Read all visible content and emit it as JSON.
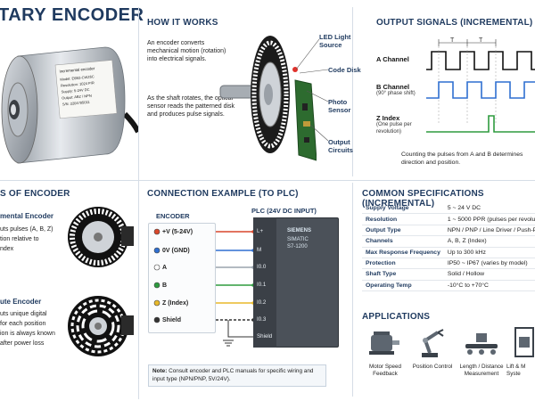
{
  "title": "TARY ENCODER",
  "how_it_works": {
    "header": "HOW IT WORKS",
    "para1": "An encoder converts mechanical motion (rotation) into electrical signals.",
    "para2": "As the shaft rotates, the optical sensor reads the patterned disk and produces pulse signals.",
    "labels": {
      "led": "LED Light Source",
      "disk": "Code Disk",
      "photo": "Photo Sensor",
      "output": "Output Circuits"
    }
  },
  "output_signals": {
    "header": "OUTPUT SIGNALS (INCREMENTAL)",
    "t_label": "T",
    "a_channel": "A Channel",
    "b_channel": "B Channel",
    "b_sub": "(90° phase shift)",
    "z_index": "Z Index",
    "z_sub": "(One pulse per revolution)",
    "caption": "Counting the pulses from A and B determines direction and position."
  },
  "encoder_label": {
    "line1": "incremental encoder",
    "line2": "Model: E6B2-CWZ6C",
    "line3": "Resolution: 1024 P/R",
    "line4": "Supply: 5-24V DC",
    "line5": "Output: ABZ / NPN",
    "line6": "S/N: 2204785011"
  },
  "types": {
    "header": "S OF ENCODER",
    "incremental_title": "mental Encoder",
    "incremental_lines": [
      "uts pulses (A, B, Z)",
      "tion relative to",
      "ndex"
    ],
    "absolute_title": "ute Encoder",
    "absolute_lines": [
      "uts unique digital",
      "for each position",
      "ion is always known",
      "after power loss"
    ]
  },
  "connection": {
    "header": "CONNECTION EXAMPLE (TO PLC)",
    "encoder_title": "ENCODER",
    "plc_title": "PLC (24V DC INPUT)",
    "wires": [
      {
        "label": "+V (5-24V)",
        "color": "#d9472b",
        "terminal": "L+"
      },
      {
        "label": "0V (GND)",
        "color": "#2f6fd1",
        "terminal": "M"
      },
      {
        "label": "A",
        "color": "#ffffff",
        "terminal": "I0.0"
      },
      {
        "label": "B",
        "color": "#2e9b3f",
        "terminal": "I0.1"
      },
      {
        "label": "Z (Index)",
        "color": "#e8b92a",
        "terminal": "I0.2"
      },
      {
        "label": "Shield",
        "color": "#333333",
        "terminal": "I0.3"
      }
    ],
    "plc_brand": "SIEMENS",
    "plc_model1": "SIMATIC",
    "plc_model2": "S7-1200",
    "shield_terminal": "Shield",
    "note_bold": "Note:",
    "note_text": "Consult encoder and PLC manuals for specific wiring and input type (NPN/PNP, 5V/24V)."
  },
  "specs": {
    "header": "COMMON SPECIFICATIONS (INCREMENTAL)",
    "rows": [
      {
        "k": "Supply Voltage",
        "v": "5 ~ 24 V DC"
      },
      {
        "k": "Resolution",
        "v": "1 ~ 5000 PPR (pulses per revolutio"
      },
      {
        "k": "Output Type",
        "v": "NPN / PNP / Line Driver / Push-P"
      },
      {
        "k": "Channels",
        "v": "A, B, Z (Index)"
      },
      {
        "k": "Max Response Frequency",
        "v": "Up to 300 kHz"
      },
      {
        "k": "Protection",
        "v": "IP50 ~ IP67 (varies by model)"
      },
      {
        "k": "Shaft Type",
        "v": "Solid / Hollow"
      },
      {
        "k": "Operating Temp",
        "v": "-10°C to +70°C"
      }
    ]
  },
  "applications": {
    "header": "APPLICATIONS",
    "items": [
      {
        "label": "Motor Speed Feedback",
        "icon": "motor-icon"
      },
      {
        "label": "Position Control",
        "icon": "robot-arm-icon"
      },
      {
        "label": "Length / Distance Measurement",
        "icon": "conveyor-icon"
      },
      {
        "label": "Lift & M Syste",
        "icon": "elevator-icon"
      }
    ]
  },
  "colors": {
    "navy": "#1f3a5f",
    "signal_a": "#111111",
    "signal_b": "#2f6fd1",
    "signal_z": "#2e9b3f",
    "led": "#e0312b"
  }
}
